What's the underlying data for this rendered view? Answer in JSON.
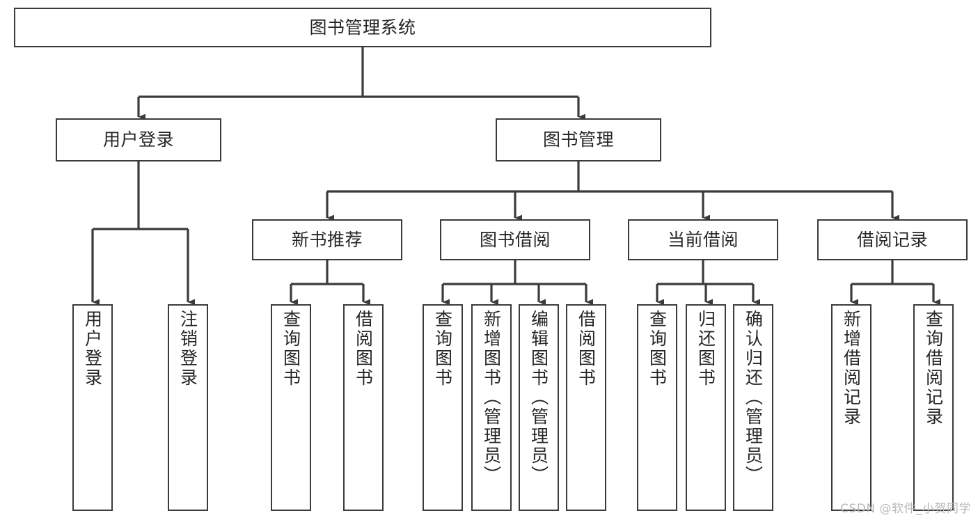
{
  "diagram": {
    "type": "tree",
    "title": "图书管理系统",
    "watermark": "CSDN @软件_小贺同学",
    "colors": {
      "stroke": "#3b3b3b",
      "fill": "#ffffff",
      "text": "#262626",
      "watermark": "#b9b9b9"
    },
    "nodes": {
      "root": {
        "label": "图书管理系统",
        "level": 1
      },
      "l2": [
        {
          "id": "user-login",
          "label": "用户登录"
        },
        {
          "id": "book-manage",
          "label": "图书管理"
        }
      ],
      "l3": [
        {
          "id": "new-book-rec",
          "label": "新书推荐"
        },
        {
          "id": "book-borrow",
          "label": "图书借阅"
        },
        {
          "id": "current-borrow",
          "label": "当前借阅"
        },
        {
          "id": "borrow-record",
          "label": "借阅记录"
        }
      ],
      "leaves": {
        "user_login": [
          {
            "id": "leaf-user-login",
            "label": "用户登录"
          },
          {
            "id": "leaf-user-logout",
            "label": "注销登录"
          }
        ],
        "new_book_rec": [
          {
            "id": "leaf-query-book-1",
            "label": "查询图书"
          },
          {
            "id": "leaf-borrow-book-1",
            "label": "借阅图书"
          }
        ],
        "book_borrow": [
          {
            "id": "leaf-query-book-2",
            "label": "查询图书"
          },
          {
            "id": "leaf-add-book",
            "label": "新增图书（管理员）"
          },
          {
            "id": "leaf-edit-book",
            "label": "编辑图书（管理员）"
          },
          {
            "id": "leaf-borrow-book-2",
            "label": "借阅图书"
          }
        ],
        "current_borrow": [
          {
            "id": "leaf-query-book-3",
            "label": "查询图书"
          },
          {
            "id": "leaf-return-book",
            "label": "归还图书"
          },
          {
            "id": "leaf-confirm-return",
            "label": "确认归还（管理员）"
          }
        ],
        "borrow_record": [
          {
            "id": "leaf-add-record",
            "label": "新增借阅记录"
          },
          {
            "id": "leaf-query-record",
            "label": "查询借阅记录"
          }
        ]
      }
    }
  }
}
